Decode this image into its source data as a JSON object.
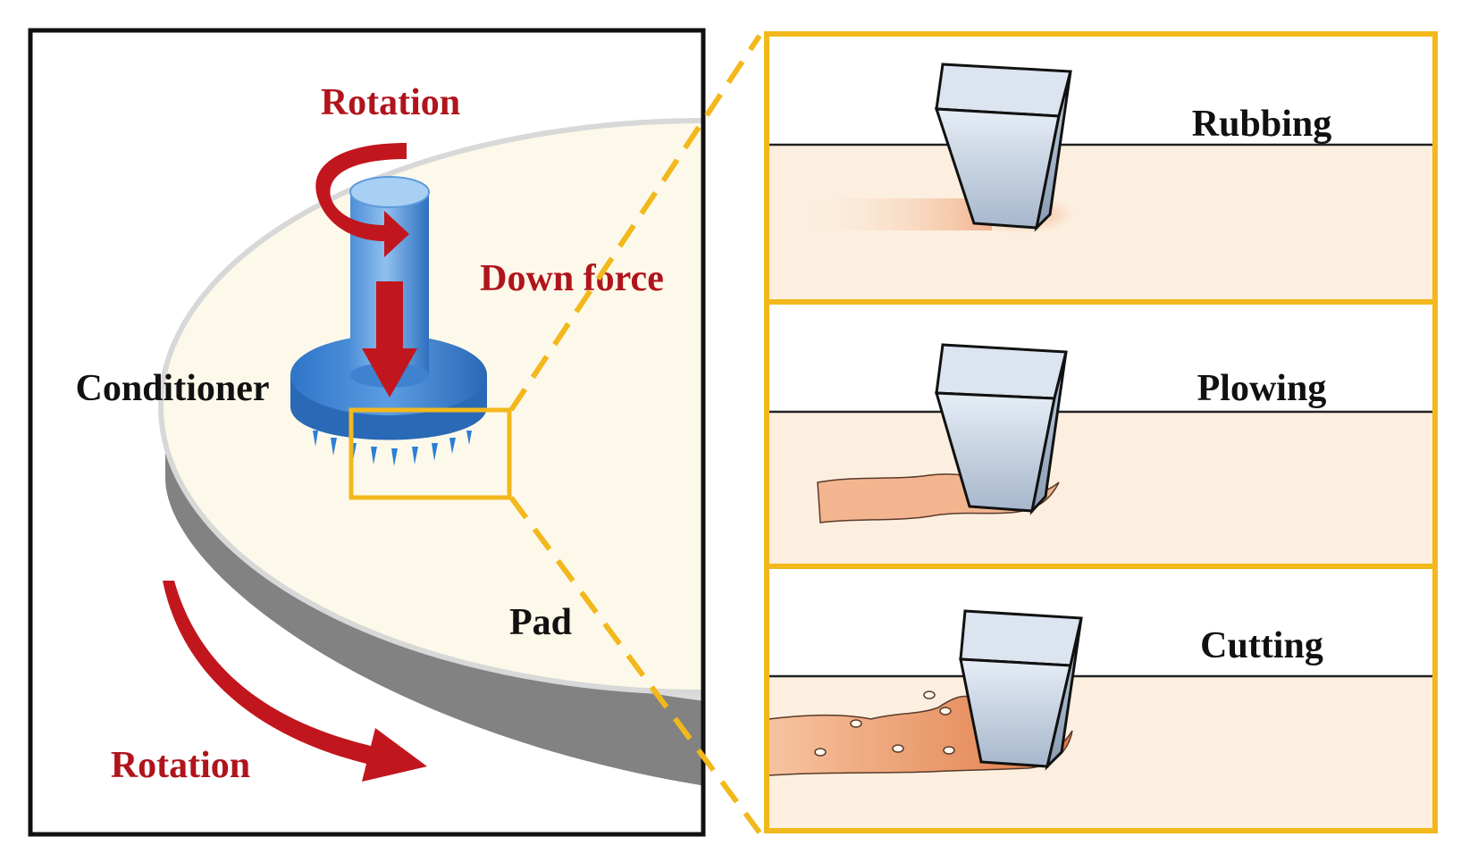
{
  "left_panel": {
    "labels": {
      "top_rotation": "Rotation",
      "down_force": "Down force",
      "conditioner": "Conditioner",
      "pad": "Pad",
      "bottom_rotation": "Rotation"
    }
  },
  "right_panel": {
    "mechanisms": [
      {
        "label": "Rubbing"
      },
      {
        "label": "Plowing"
      },
      {
        "label": "Cutting"
      }
    ]
  },
  "colors": {
    "label_red": "#b0141c",
    "arrow_red": "#c2161e",
    "highlight_frame": "#f2b81c",
    "pad_surface": "#fdf9ea",
    "pad_side": "#828282",
    "conditioner_blue": "#2f7fd4",
    "pad_layer": "#fcefdf",
    "wear_orange": "#e88a5a"
  }
}
